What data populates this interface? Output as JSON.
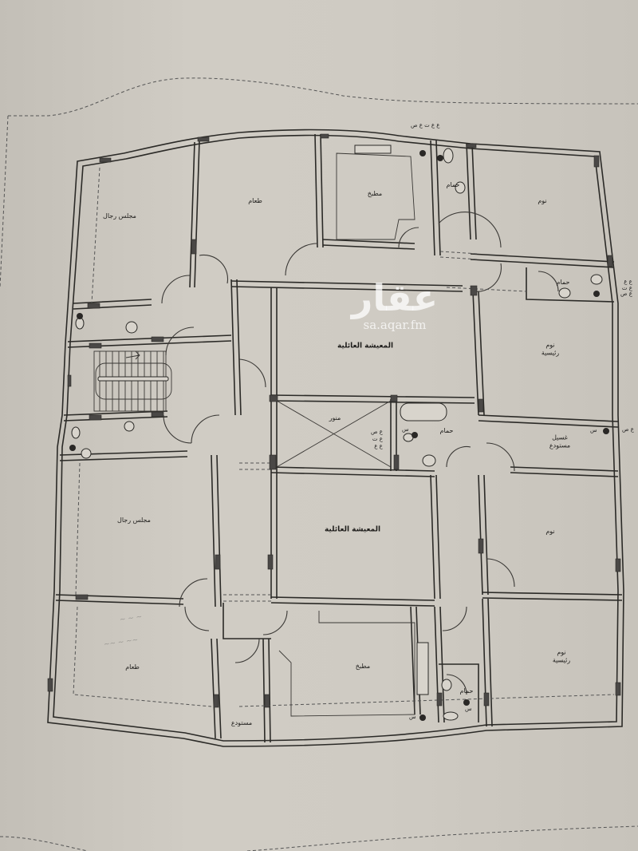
{
  "watermark": {
    "brand": "عقار",
    "url": "sa.aqar.fm"
  },
  "rooms": {
    "majlis_top": "مجلس رجال",
    "dining_top": "طعام",
    "kitchen_top": "مطبخ",
    "bath_top": "حمام",
    "bedroom_top_right": "نوم",
    "bath_right": "حمام",
    "living_top": "المعيشة العائلية",
    "master_bed_top_line1": "نوم",
    "master_bed_top_line2": "رئيسية",
    "shaft": "منور",
    "bath_center": "حمام",
    "laundry_line1": "غسيل",
    "laundry_line2": "مستودع",
    "majlis_bottom": "مجلس رجال",
    "living_bottom": "المعيشة العائلية",
    "bedroom_bottom_right": "نوم",
    "dining_bottom": "طعام",
    "kitchen_bottom": "مطبخ",
    "bath_bottom": "حمام",
    "master_bed_bottom_line1": "نوم",
    "master_bed_bottom_line2": "رئيسية",
    "storage_bottom": "مستودع"
  },
  "annotations": {
    "top_pipes": "ع ع ت ع ص",
    "right_pipes_1": "ع ع",
    "right_pipes_2": "ع ت",
    "right_pipes_3": "ع ص",
    "shaft_pipes_1": "ع ص",
    "shaft_pipes_2": "ع ت",
    "shaft_pipes_3": "ع ع",
    "laundry_pipe": "ع ص",
    "drain_s": "س"
  }
}
